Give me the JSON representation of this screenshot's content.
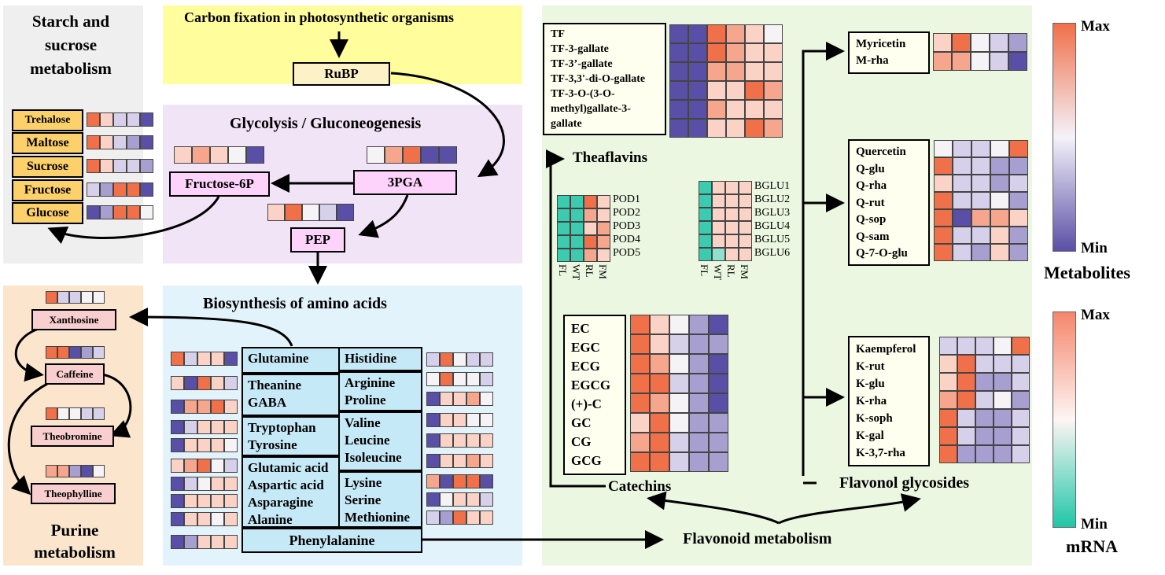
{
  "panels": {
    "starch": {
      "title_lines": [
        "Starch and",
        "sucrose",
        "metabolism"
      ]
    },
    "carbon": {
      "title": "Carbon fixation in photosynthetic organisms"
    },
    "glycolysis": {
      "title": "Glycolysis / Gluconeogenesis"
    },
    "purine": {
      "title_lines": [
        "Purine",
        "metabolism"
      ]
    },
    "amino": {
      "title": "Biosynthesis of amino acids"
    },
    "flavonoid": {
      "title": "Flavonoid metabolism"
    }
  },
  "nodes": {
    "rubp": "RuBP",
    "pga": "3PGA",
    "f6p": "Fructose-6P",
    "pep": "PEP"
  },
  "sugars": [
    "Trehalose",
    "Maltose",
    "Sucrose",
    "Fructose",
    "Glucose"
  ],
  "purines": [
    "Xanthosine",
    "Caffeine",
    "Theobromine",
    "Theophylline"
  ],
  "amino_left": [
    [
      "Glutamine"
    ],
    [
      "Theanine",
      "GABA"
    ],
    [
      "Tryptophan",
      "Tyrosine"
    ],
    [
      "Glutamic acid",
      "Aspartic acid",
      "Asparagine",
      "Alanine"
    ]
  ],
  "amino_right": [
    [
      "Histidine"
    ],
    [
      "Arginine",
      "Proline"
    ],
    [
      "Valine",
      "Leucine",
      "Isoleucine"
    ],
    [
      "Lysine",
      "Serine",
      "Methionine"
    ]
  ],
  "phenylalanine": "Phenylalanine",
  "theaflavins": {
    "label": "Theaflavins",
    "items": [
      "TF",
      "TF-3-gallate",
      "TF-3’-gallate",
      "TF-3,3'-di-O-gallate",
      "TF-3-O-(3-O-",
      "methyl)gallate-3-",
      "gallate"
    ]
  },
  "catechins": {
    "label": "Catechins",
    "items": [
      "EC",
      "EGC",
      "ECG",
      "EGCG",
      "(+)-C",
      "GC",
      "CG",
      "GCG"
    ]
  },
  "flavonol_label": "Flavonol glycosides",
  "myricetin": [
    "Myricetin",
    "M-rha"
  ],
  "quercetin": [
    "Quercetin",
    "Q-glu",
    "Q-rha",
    "Q-rut",
    "Q-sop",
    "Q-sam",
    "Q-7-O-glu"
  ],
  "kaempferol": [
    "Kaempferol",
    "K-rut",
    "K-glu",
    "K-rha",
    "K-soph",
    "K-gal",
    "K-3,7-rha"
  ],
  "genes": {
    "pod": [
      "POD1",
      "POD2",
      "POD3",
      "POD4",
      "POD5"
    ],
    "bglu": [
      "BGLU1",
      "BGLU2",
      "BGLU3",
      "BGLU4",
      "BGLU5",
      "BGLU6"
    ],
    "samples": [
      "FL",
      "WT",
      "RL",
      "FM"
    ]
  },
  "legend": {
    "metabolites": {
      "max": "Max",
      "min": "Min",
      "title": "Metabolites",
      "colors": [
        "#f0704a",
        "#f4f2fa",
        "#5a4fa6"
      ]
    },
    "mrna": {
      "max": "Max",
      "min": "Min",
      "title": "mRNA",
      "colors": [
        "#f6866c",
        "#fdf5f3",
        "#1fc6a7"
      ]
    }
  },
  "colors": {
    "starch_bg": "#efefef",
    "carbon_bg": "#fffd9c",
    "glyco_bg": "#f1e4f6",
    "purine_bg": "#fbe6cd",
    "amino_bg": "#e2f3fc",
    "flavonoid_bg": "#ebf7e1",
    "sugar_box": "#fcd06a",
    "rubp_box": "#fdf1c8",
    "glyco_box": "#fdd2fb",
    "purine_box": "#f9cece"
  }
}
